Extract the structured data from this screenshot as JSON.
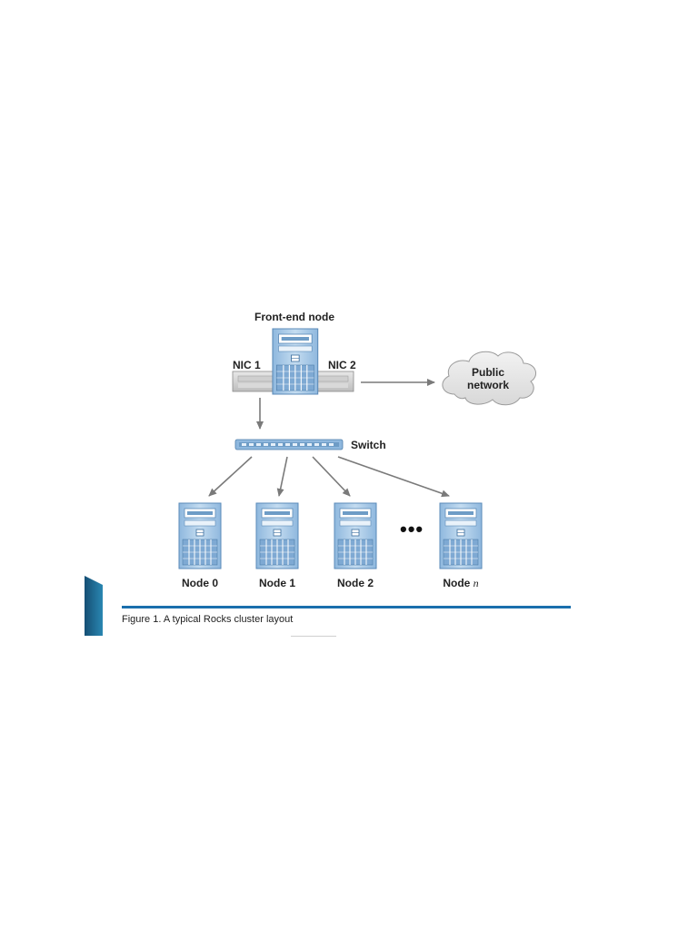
{
  "diagram": {
    "front_end_label": "Front-end node",
    "nic1_label": "NIC 1",
    "nic2_label": "NIC 2",
    "public_network_line1": "Public",
    "public_network_line2": "network",
    "switch_label": "Switch",
    "nodes": [
      {
        "label": "Node 0"
      },
      {
        "label": "Node 1"
      },
      {
        "label": "Node 2"
      }
    ],
    "node_n_prefix": "Node ",
    "node_n_var": "n",
    "ellipsis": "•••",
    "caption": "Figure 1. A typical Rocks cluster layout",
    "colors": {
      "server_body": "#a9cbe6",
      "server_dark": "#6e9cc6",
      "accent_bar": "#1a6fad",
      "side_tab": "#1e6f96",
      "arrow": "#7a7a7a"
    },
    "icons": [
      "server-icon",
      "switch-icon",
      "cloud-icon",
      "nic-card-icon"
    ]
  }
}
